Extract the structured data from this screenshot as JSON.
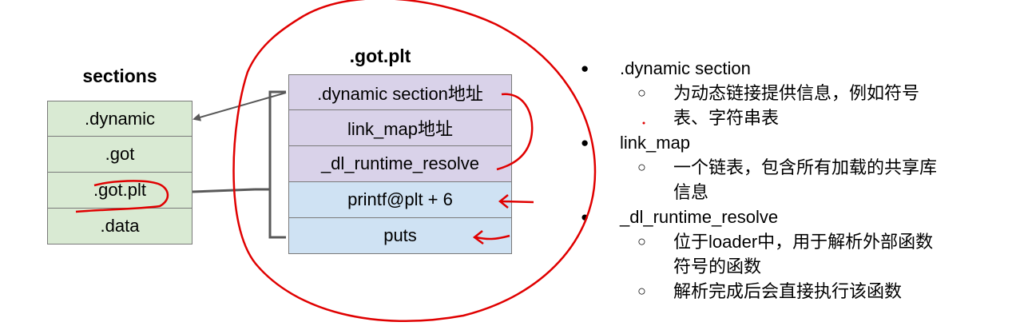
{
  "sections": {
    "title": "sections",
    "items": [
      ".dynamic",
      ".got",
      ".got.plt",
      ".data"
    ]
  },
  "got_plt": {
    "title": ".got.plt",
    "items": [
      ".dynamic section地址",
      "link_map地址",
      "_dl_runtime_resolve",
      "printf@plt + 6",
      "puts"
    ]
  },
  "notes": [
    {
      "label": ".dynamic section",
      "subs": [
        "为动态链接提供信息，例如符号表、字符串表"
      ]
    },
    {
      "label": "link_map",
      "subs": [
        "一个链表，包含所有加载的共享库信息"
      ]
    },
    {
      "label": "_dl_runtime_resolve",
      "subs": [
        "位于loader中，用于解析外部函数符号的函数",
        "解析完成后会直接执行该函数"
      ]
    }
  ],
  "colors": {
    "sections_fill": "#d9ead3",
    "got_header_fill": "#d9d2e9",
    "got_entry_fill": "#cfe2f3",
    "annotation": "#e00000",
    "arrow": "#595959"
  }
}
